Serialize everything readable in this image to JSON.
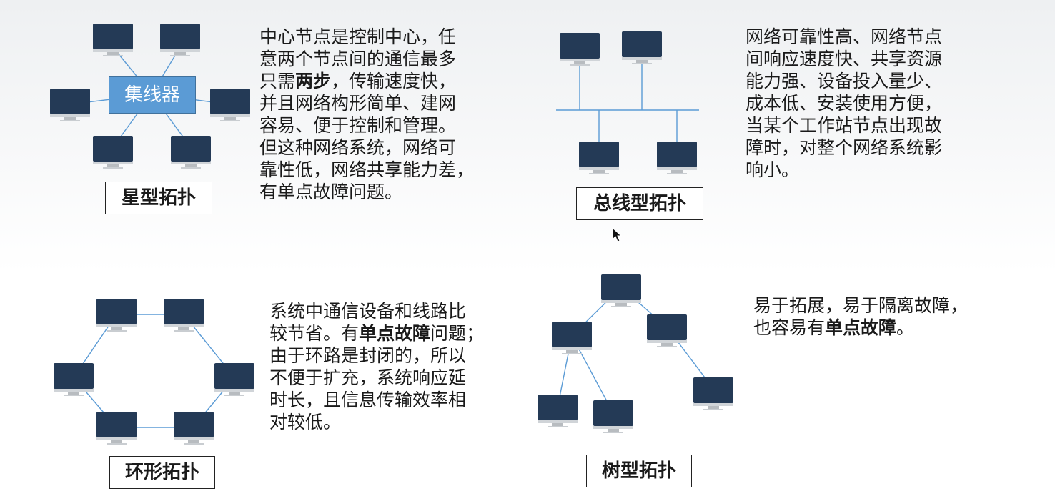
{
  "star": {
    "hub_label": "集线器",
    "title": "星型拓扑",
    "desc_lines": [
      "中心节点是控制中心，任",
      "意两个节点间的通信最多",
      [
        "只需",
        "两步",
        "，传输速度快，"
      ],
      "并且网络构形简单、建网",
      "容易、便于控制和管理。",
      "但这种网络系统，网络可",
      "靠性低，网络共享能力差，",
      "有单点故障问题。"
    ]
  },
  "bus": {
    "title": "总线型拓扑",
    "desc_lines": [
      "网络可靠性高、网络节点",
      "间响应速度快、共享资源",
      "能力强、设备投入量少、",
      "成本低、安装使用方便，",
      "当某个工作站节点出现故",
      "障时，对整个网络系统影",
      "响小。"
    ]
  },
  "ring": {
    "title": "环形拓扑",
    "desc_lines": [
      "系统中通信设备和线路比",
      [
        "较节省。有",
        "单点故障",
        "问题；"
      ],
      "由于环路是封闭的，所以",
      "不便于扩充，系统响应延",
      "时长，且信息传输效率相",
      "对较低。"
    ]
  },
  "tree": {
    "title": "树型拓扑",
    "desc_lines": [
      "易于拓展，易于隔离故障，",
      [
        "也容易有",
        "单点故障",
        "。"
      ]
    ]
  },
  "colors": {
    "link": "#5b9bd5",
    "hub": "#5b9bd5",
    "screen": "#243a56"
  }
}
